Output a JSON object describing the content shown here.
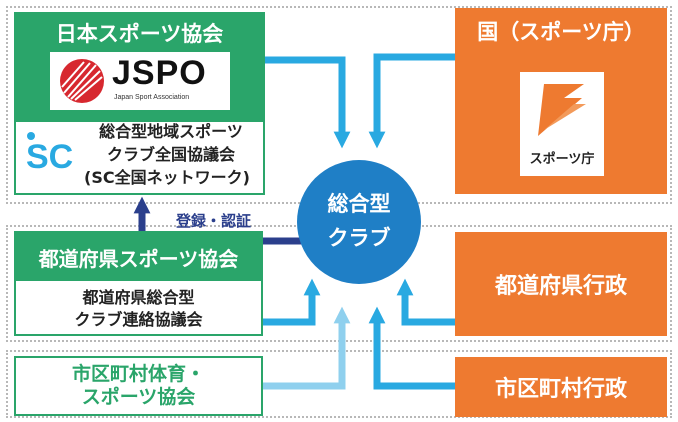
{
  "left_top": {
    "header": "日本スポーツ協会",
    "jspo_logo_text": "JSPO",
    "jspo_logo_subtext": "Japan Sport Association",
    "sc_logo_text": "SC",
    "sc_name_line1": "総合型地域スポーツ",
    "sc_name_line2": "クラブ全国協議会",
    "sc_name_line3": "(SC全国ネットワーク)"
  },
  "left_middle": {
    "header": "都道府県スポーツ協会",
    "body_line1": "都道府県総合型",
    "body_line2": "クラブ連絡協議会"
  },
  "left_bottom": {
    "line1": "市区町村体育・",
    "line2": "スポーツ協会"
  },
  "right_top": {
    "header": "国（スポーツ庁）",
    "logo_text": "スポーツ庁"
  },
  "right_middle": {
    "label": "都道府県行政"
  },
  "right_bottom": {
    "label": "市区町村行政"
  },
  "center": {
    "line1": "総合型",
    "line2": "クラブ"
  },
  "registration_label": "登録・認証",
  "colors": {
    "green": "#2aa56a",
    "orange": "#ee7a30",
    "blue_circle": "#1f7fc6",
    "arrow_blue": "#29a9e1",
    "arrow_light": "#8fd0ee",
    "navy": "#2b3f8c",
    "jspo_red": "#d7282f"
  }
}
